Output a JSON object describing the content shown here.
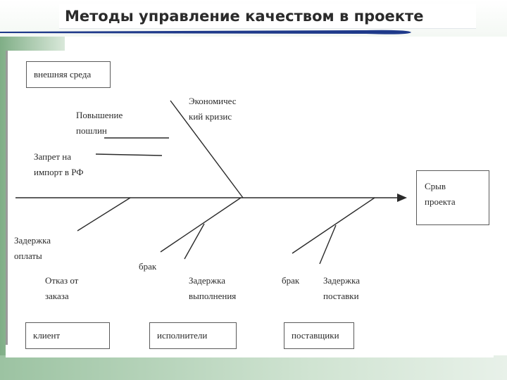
{
  "slide": {
    "title": "Методы управление качеством в проекте"
  },
  "diagram": {
    "categories": {
      "external": "внешняя среда",
      "client": "клиент",
      "executors": "исполнители",
      "suppliers": "поставщики"
    },
    "effect": "Срыв\nпроекта",
    "causes": {
      "economic_crisis": "Экономичес\nкий кризис",
      "duty_increase": "Повышение\nпошлин",
      "import_ban": "Запрет на\nимпорт в РФ",
      "payment_delay": "Задержка\nоплаты",
      "order_refusal": "Отказ от\nзаказа",
      "defect_executors": "брак",
      "execution_delay": "Задержка\nвыполнения",
      "defect_suppliers": "брак",
      "delivery_delay": "Задержка\nпоставки"
    }
  },
  "colors": {
    "title_rule": "#1f3a8a",
    "background_green": "#9cc3a2",
    "line": "#2a2a2a"
  }
}
